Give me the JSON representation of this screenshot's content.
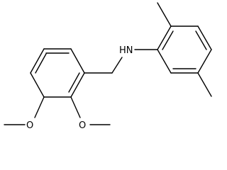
{
  "molecule": {
    "atom_labels": {
      "amine": "HN",
      "methoxy_oxygen_1": "O",
      "methoxy_oxygen_2": "O"
    }
  }
}
